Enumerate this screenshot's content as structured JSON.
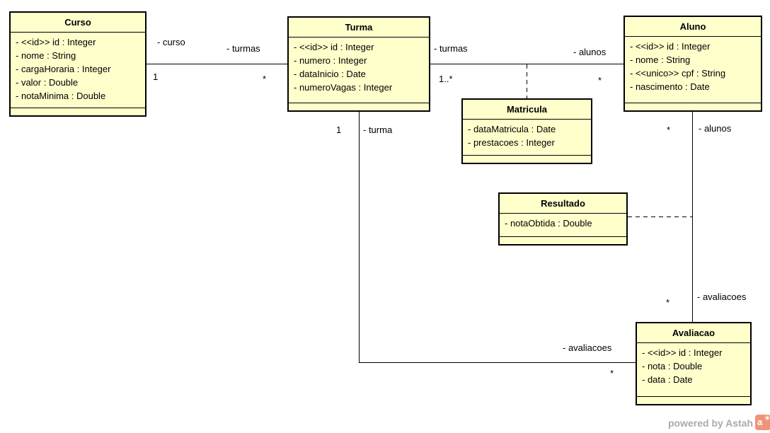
{
  "diagram_type": "uml-class-diagram",
  "classes": {
    "curso": {
      "name": "Curso",
      "attributes": [
        "- <<id>> id : Integer",
        "- nome : String",
        "- cargaHoraria : Integer",
        "- valor : Double",
        "- notaMinima : Double"
      ]
    },
    "turma": {
      "name": "Turma",
      "attributes": [
        "- <<id>> id : Integer",
        "- numero : Integer",
        "- dataInicio : Date",
        "- numeroVagas : Integer"
      ]
    },
    "aluno": {
      "name": "Aluno",
      "attributes": [
        "- <<id>> id : Integer",
        "- nome : String",
        "- <<unico>> cpf : String",
        "- nascimento : Date"
      ]
    },
    "matricula": {
      "name": "Matricula",
      "attributes": [
        "- dataMatricula : Date",
        "- prestacoes : Integer"
      ]
    },
    "resultado": {
      "name": "Resultado",
      "attributes": [
        "- notaObtida : Double"
      ]
    },
    "avaliacao": {
      "name": "Avaliacao",
      "attributes": [
        "- <<id>> id : Integer",
        "- nota : Double",
        "- data : Date"
      ]
    }
  },
  "associations": {
    "curso_turma": {
      "curso_role": "- curso",
      "curso_mult": "1",
      "turma_role": "- turmas",
      "turma_mult": "*"
    },
    "turma_aluno": {
      "turma_role": "- turmas",
      "turma_mult": "1..*",
      "aluno_role": "- alunos",
      "aluno_mult": "*",
      "association_class": "Matricula"
    },
    "aluno_avaliacao": {
      "aluno_role": "- alunos",
      "aluno_mult": "*",
      "avaliacao_role": "- avaliacoes",
      "avaliacao_mult": "*",
      "association_class": "Resultado"
    },
    "turma_avaliacao": {
      "turma_role": "- turma",
      "turma_mult": "1",
      "avaliacao_role": "- avaliacoes",
      "avaliacao_mult": "*"
    }
  },
  "watermark": {
    "text": "powered by Astah",
    "logo_letter": "a",
    "logo_star": "✶"
  },
  "colors": {
    "class_fill": "#FFFFCC",
    "class_border": "#000000",
    "line": "#000000",
    "watermark_text": "#ABABAB",
    "logo_bg": "#F09478"
  }
}
